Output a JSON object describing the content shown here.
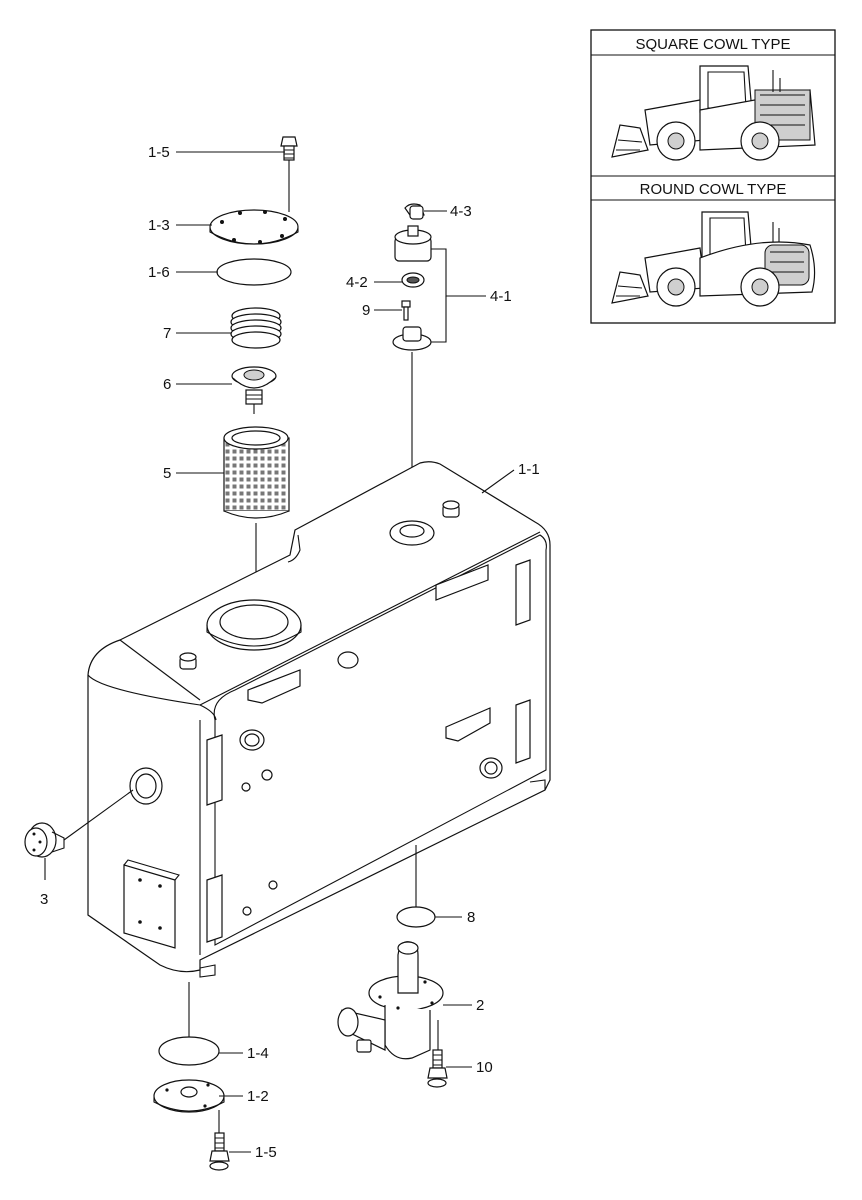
{
  "legend_panel": {
    "square_cowl_title": "SQUARE COWL TYPE",
    "round_cowl_title": "ROUND COWL TYPE"
  },
  "callouts": {
    "c_1_5_top": "1-5",
    "c_1_3": "1-3",
    "c_1_6": "1-6",
    "c_7": "7",
    "c_6": "6",
    "c_5": "5",
    "c_4_3": "4-3",
    "c_4_2": "4-2",
    "c_4_1": "4-1",
    "c_9": "9",
    "c_1_1": "1-1",
    "c_3": "3",
    "c_8": "8",
    "c_2": "2",
    "c_10": "10",
    "c_1_4": "1-4",
    "c_1_2": "1-2",
    "c_1_5_bottom": "1-5"
  }
}
